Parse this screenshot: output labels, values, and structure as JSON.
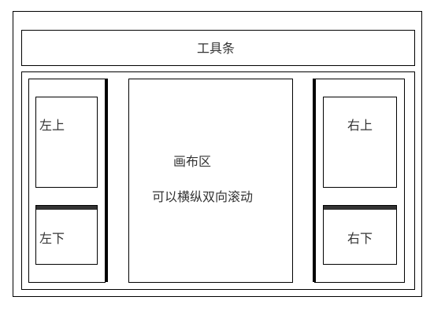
{
  "toolbar": {
    "label": "工具条"
  },
  "left_panel": {
    "top_label": "左上",
    "bottom_label": "左下"
  },
  "canvas": {
    "title": "画布区",
    "description": "可以横纵双向滚动"
  },
  "right_panel": {
    "top_label": "右上",
    "bottom_label": "右下"
  },
  "colors": {
    "border": "#000000",
    "text": "#333333",
    "splitter": "#333333"
  }
}
